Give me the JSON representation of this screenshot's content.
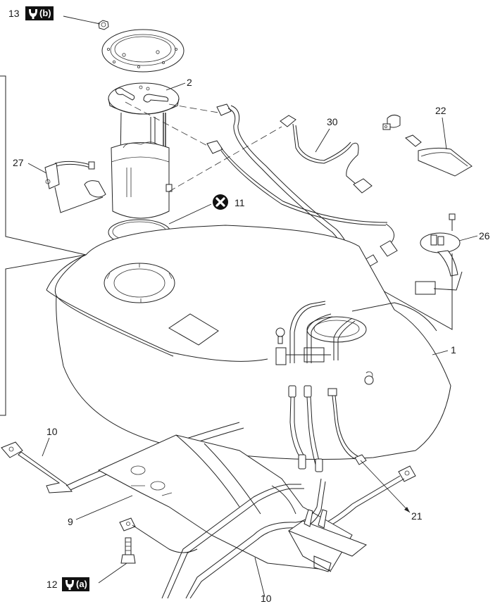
{
  "diagram": {
    "type": "exploded-parts-view",
    "subject": "fuel tank assembly",
    "callouts": [
      {
        "id": "13",
        "number": "13",
        "tightening_torque_ref": "(b)",
        "symbol": "wrench-icon",
        "part": "nut"
      },
      {
        "id": "2",
        "number": "2",
        "part": "fuel pump assembly"
      },
      {
        "id": "27",
        "number": "27",
        "part": "fuel level sender (sub)"
      },
      {
        "id": "11",
        "number": "11",
        "symbol": "do-not-reuse-icon",
        "part": "gasket"
      },
      {
        "id": "30",
        "number": "30",
        "part": "hose"
      },
      {
        "id": "22",
        "number": "22",
        "part": "filter"
      },
      {
        "id": "26",
        "number": "26",
        "part": "fuel level sender (main)"
      },
      {
        "id": "1",
        "number": "1",
        "part": "fuel tank"
      },
      {
        "id": "10a",
        "number": "10",
        "part": "tank band"
      },
      {
        "id": "9",
        "number": "9",
        "part": "protector"
      },
      {
        "id": "21",
        "number": "21",
        "part": "connector"
      },
      {
        "id": "12",
        "number": "12",
        "tightening_torque_ref": "(a)",
        "symbol": "wrench-icon",
        "part": "bolt"
      },
      {
        "id": "10b",
        "number": "10",
        "part": "tank band"
      }
    ],
    "badges": {
      "b": "(b)",
      "a": "(a)"
    },
    "colors": {
      "line": "#222222",
      "background": "#ffffff",
      "badge": "#111111",
      "badge_text": "#ffffff"
    }
  }
}
